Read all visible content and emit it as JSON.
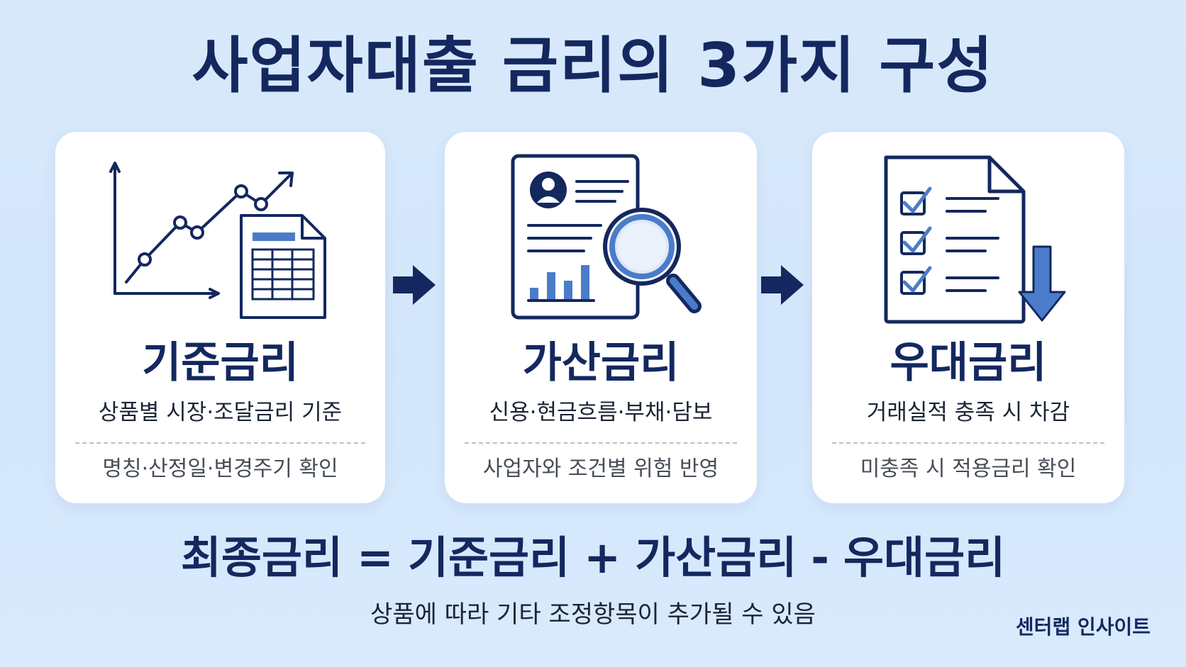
{
  "title": "사업자대출 금리의 3가지 구성",
  "cards": [
    {
      "icon": "line-chart-with-spreadsheet-icon",
      "title": "기준금리",
      "subtitle": "상품별 시장·조달금리 기준",
      "note": "명칭·산정일·변경주기 확인"
    },
    {
      "icon": "document-profile-magnifier-icon",
      "title": "가산금리",
      "subtitle": "신용·현금흐름·부채·담보",
      "note": "사업자와 조건별 위험 반영"
    },
    {
      "icon": "checklist-document-down-arrow-icon",
      "title": "우대금리",
      "subtitle": "거래실적 충족 시 차감",
      "note": "미충족 시 적용금리 확인"
    }
  ],
  "formula": {
    "result": "최종금리",
    "equals": "=",
    "term1": "기준금리",
    "plus": "+",
    "term2": "가산금리",
    "minus": "-",
    "term3": "우대금리"
  },
  "formula_note": "상품에 따라 기타 조정항목이 추가될 수 있음",
  "brand": "센터랩 인사이트",
  "colors": {
    "navy": "#14285f",
    "accent_blue": "#4a7cc9",
    "background": "#d6e8fb",
    "card": "#ffffff"
  }
}
